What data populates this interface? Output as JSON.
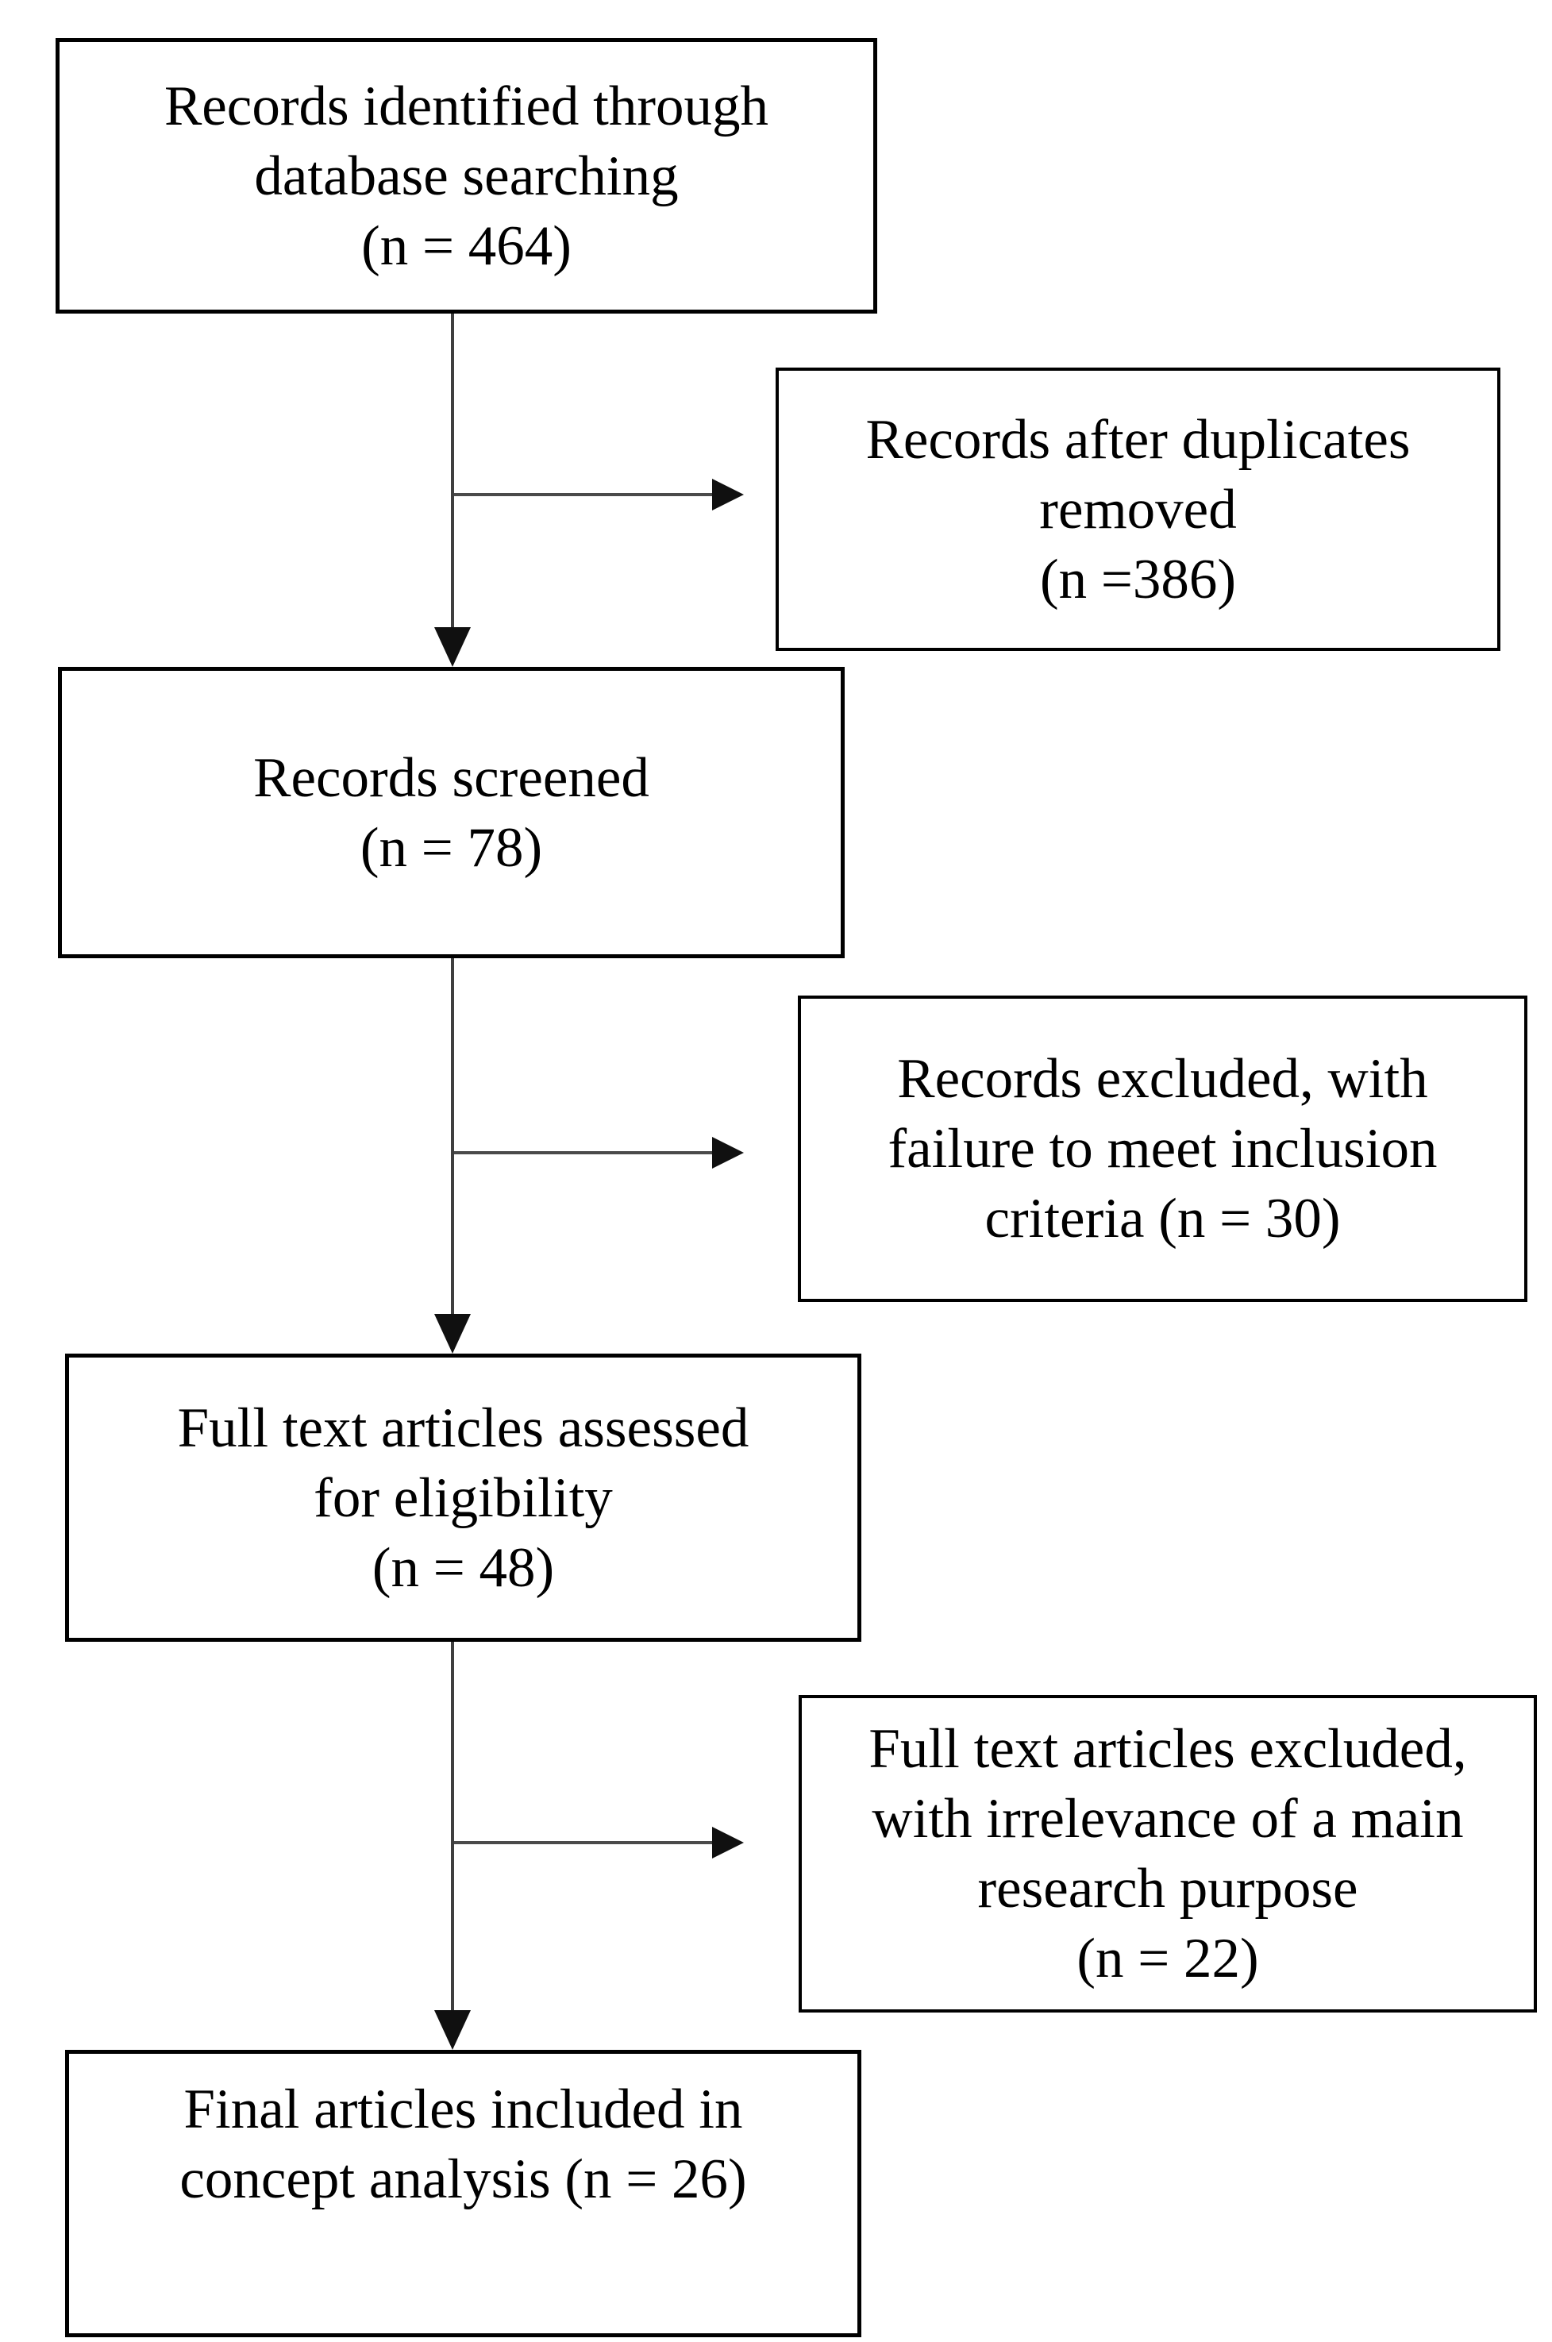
{
  "style": {
    "background": "#ffffff",
    "box_border_color": "#000000",
    "connector_line_color": "#3f3f3f",
    "arrowhead_color": "#101010",
    "text_color": "#000000"
  },
  "diagram": {
    "type": "prisma-flowchart",
    "boxes": [
      {
        "name": "records-identified",
        "lines": [
          "Records identified through",
          "database searching",
          "(n = 464)"
        ]
      },
      {
        "name": "records-after-duplicates",
        "lines": [
          "Records after duplicates",
          "removed",
          "(n =386)"
        ]
      },
      {
        "name": "records-screened",
        "lines": [
          "Records screened",
          "(n = 78)"
        ]
      },
      {
        "name": "records-excluded",
        "lines": [
          "Records excluded, with",
          "failure to meet inclusion",
          "criteria (n = 30)"
        ]
      },
      {
        "name": "fulltext-assessed",
        "lines": [
          "Full text articles assessed",
          "for eligibility",
          "(n = 48)"
        ]
      },
      {
        "name": "fulltext-excluded",
        "lines": [
          "Full text articles excluded,",
          "with irrelevance of a main",
          "research purpose",
          "(n = 22)"
        ]
      },
      {
        "name": "final-included",
        "lines": [
          "Final articles included in",
          "concept analysis (n = 26)"
        ]
      }
    ]
  }
}
